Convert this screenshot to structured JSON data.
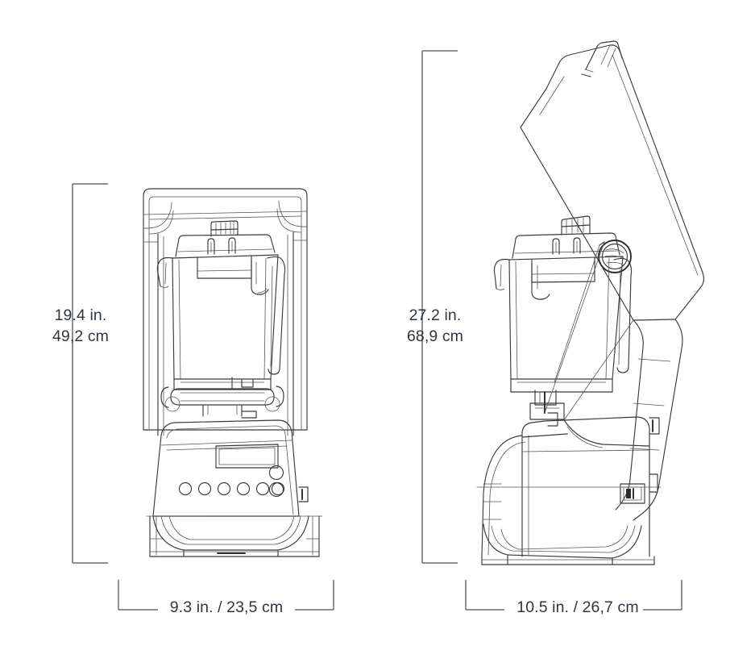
{
  "drawing": {
    "type": "technical-dimension-drawing",
    "subject": "commercial blender with sound enclosure",
    "background_color": "#ffffff",
    "line_color": "#3a3a3a",
    "dim_line_color": "#6b6b6b",
    "text_color": "#2f3542",
    "views": [
      {
        "name": "front-view",
        "label": ""
      },
      {
        "name": "side-view",
        "label": ""
      }
    ]
  },
  "dimensions": {
    "front_height": {
      "inches": "19.4 in.",
      "centimeters": "49,2 cm"
    },
    "side_height": {
      "inches": "27.2 in.",
      "centimeters": "68,9 cm"
    },
    "front_width": {
      "combined": "9.3 in. / 23,5 cm"
    },
    "side_width": {
      "combined": "10.5 in. / 26,7 cm"
    }
  }
}
